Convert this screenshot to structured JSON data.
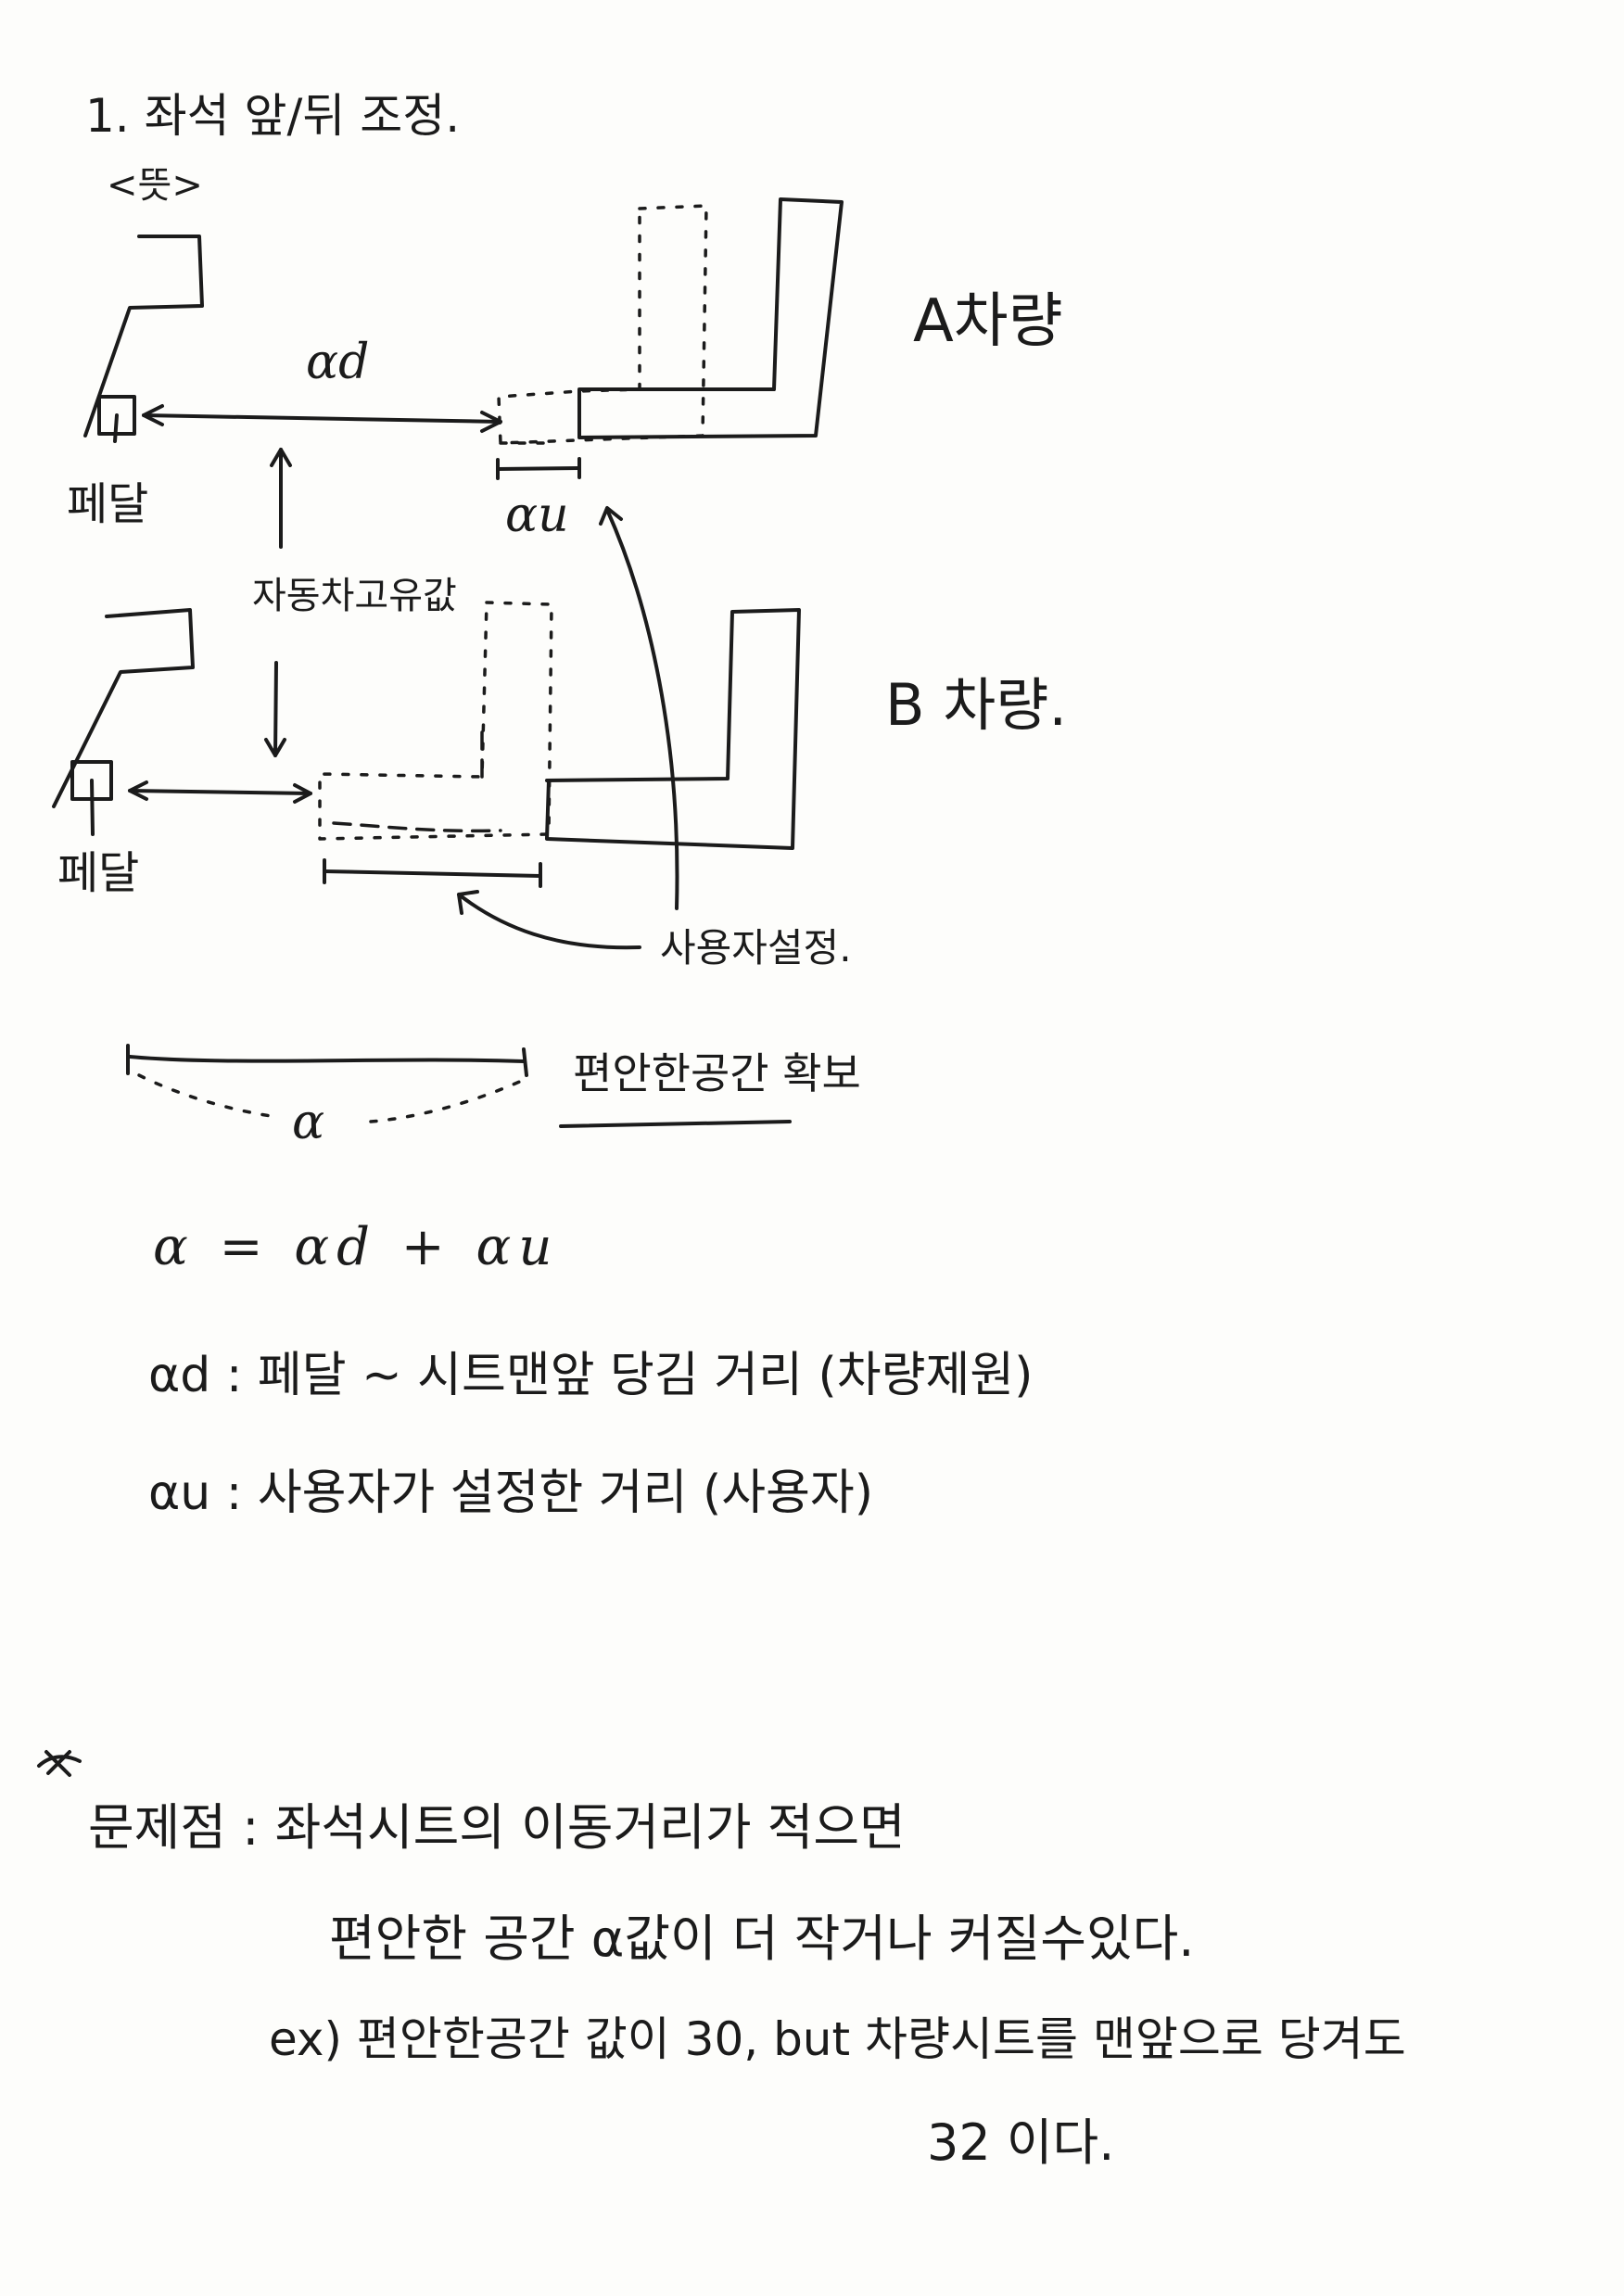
{
  "title": "1. 좌석 앞/뒤 조정.",
  "side_label": "<뜻>",
  "vehicle_a_label": "A차량",
  "vehicle_b_label": "B 차량.",
  "pedal_label_a": "페달",
  "pedal_label_b": "페달",
  "alpha_d_label": "αd",
  "alpha_u_label": "αu",
  "vehicle_intrinsic_label": "자동차고유값",
  "user_setting_label": "사용자설정.",
  "comfort_space_label": "편안한공간 확보",
  "alpha_label": "α",
  "formula_main": "α = αd + αu",
  "formula_d": "αd : 페달 ~ 시트맨앞 당김 거리 (차량제원)",
  "formula_u": "αu : 사용자가 설정한 거리 (사용자)",
  "problem": {
    "line1": "문제점 : 좌석시트의 이동거리가 적으면",
    "line2": "편안한 공간 α값이 더 작거나 커질수있다.",
    "line3": "ex) 편안한공간 값이 30, but 차량시트를 맨앞으로 당겨도",
    "line4": "32 이다."
  }
}
